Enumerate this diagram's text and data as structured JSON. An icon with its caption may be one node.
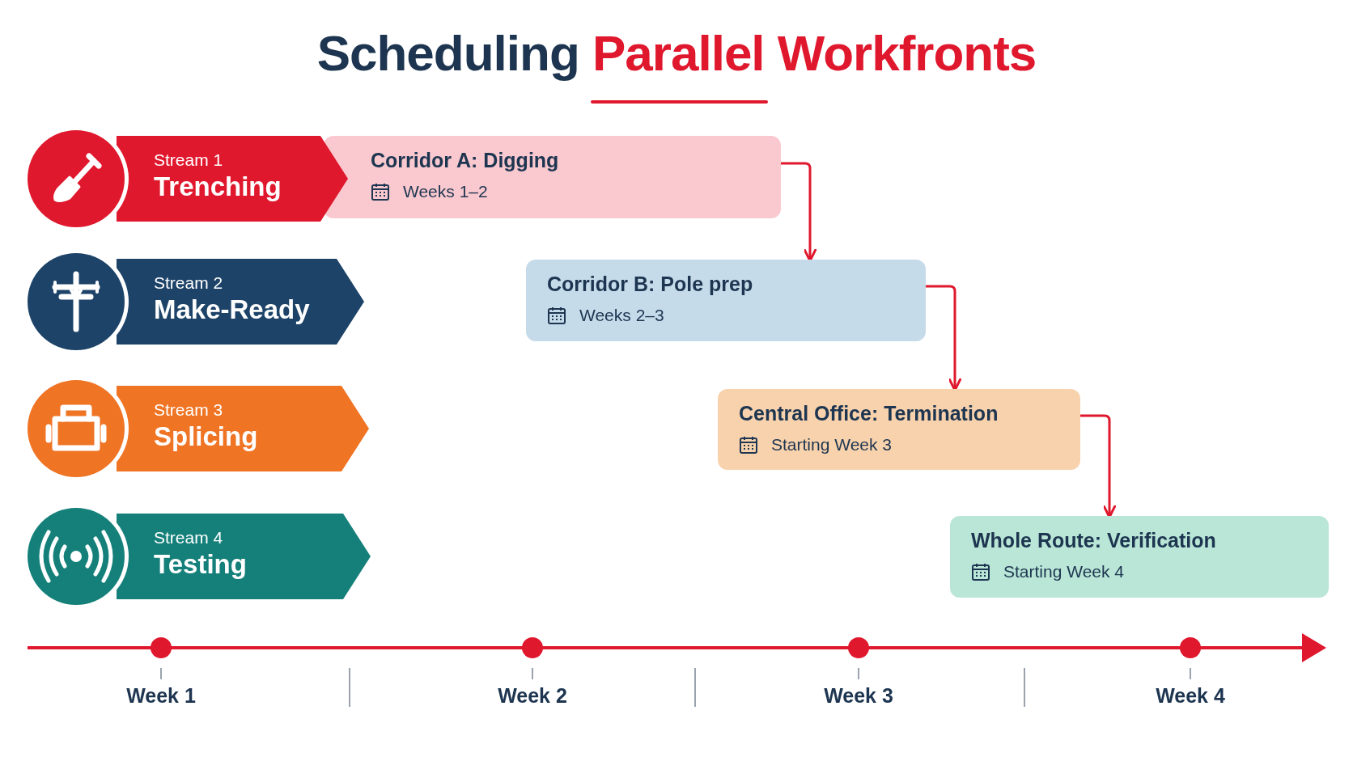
{
  "diagram": {
    "title": "Scheduling Parallel Workfronts",
    "nodes": [
      {
        "text": [
          "Stream 1",
          "Trenching"
        ]
      },
      {
        "text": [
          "Corridor A: Digging",
          "Weeks 1–2"
        ]
      },
      {
        "text": [
          "Stream 2",
          "Make-Ready"
        ]
      },
      {
        "text": [
          "Corridor B: Pole prep",
          "Weeks 2–3"
        ]
      },
      {
        "text": [
          "Stream 3",
          "Splicing"
        ]
      },
      {
        "text": [
          "Central Office: Termination",
          "Starting Week 3"
        ]
      },
      {
        "text": [
          "Stream 4",
          "Testing"
        ]
      },
      {
        "text": [
          "Whole Route: Verification",
          "Starting Week 4"
        ]
      }
    ],
    "edges": [
      {
        "from": 1,
        "to": 3,
        "arrow": "to"
      },
      {
        "from": 3,
        "to": 5,
        "arrow": "to"
      },
      {
        "from": 5,
        "to": 7,
        "arrow": "to"
      }
    ],
    "labels": [
      "Week 1",
      "Week 2",
      "Week 3",
      "Week 4"
    ]
  }
}
